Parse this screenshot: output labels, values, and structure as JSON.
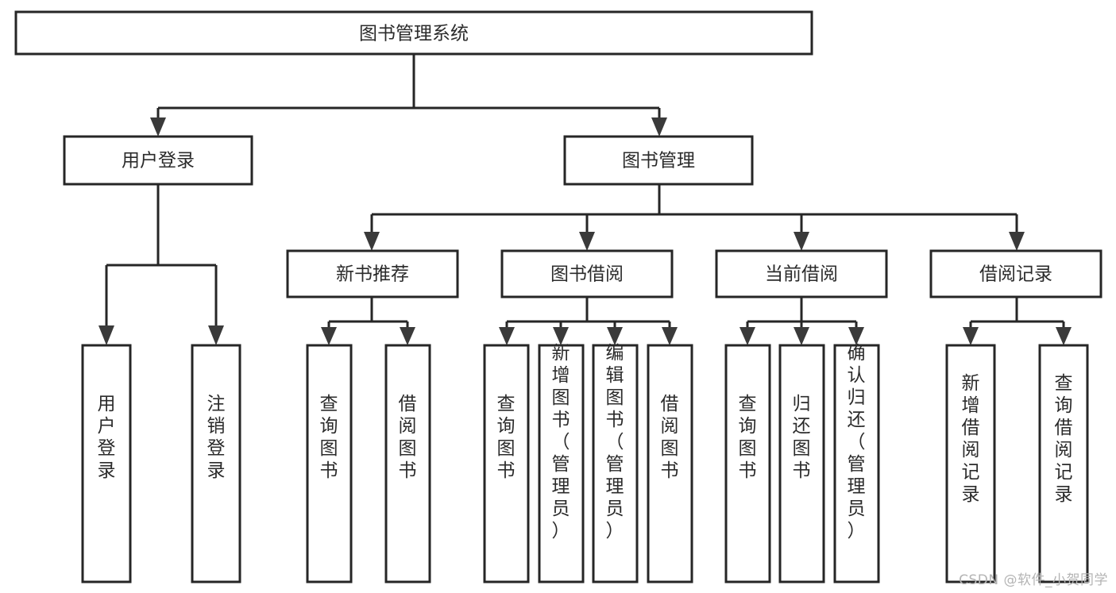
{
  "diagram": {
    "title": "图书管理系统",
    "type": "tree-hierarchy-diagram",
    "colors": {
      "box_stroke": "#262626",
      "box_fill": "#ffffff",
      "text": "#2b2b2b",
      "connector": "#262626",
      "watermark": "#b4b4b4",
      "background": "#ffffff"
    },
    "nodes": {
      "root": {
        "label": "图书管理系统",
        "level": 1,
        "orientation": "horizontal"
      },
      "level2": [
        {
          "id": "user-login",
          "label": "用户登录",
          "orientation": "horizontal"
        },
        {
          "id": "book-management",
          "label": "图书管理",
          "orientation": "horizontal"
        }
      ],
      "level3": [
        {
          "id": "new-book-recommend",
          "label": "新书推荐",
          "parent": "book-management",
          "orientation": "horizontal"
        },
        {
          "id": "book-borrow",
          "label": "图书借阅",
          "parent": "book-management",
          "orientation": "horizontal"
        },
        {
          "id": "current-borrow",
          "label": "当前借阅",
          "parent": "book-management",
          "orientation": "horizontal"
        },
        {
          "id": "borrow-record",
          "label": "借阅记录",
          "parent": "book-management",
          "orientation": "horizontal"
        }
      ],
      "leaves": [
        {
          "id": "leaf-user-login",
          "label": "用户登录",
          "parent": "user-login",
          "orientation": "vertical"
        },
        {
          "id": "leaf-logout",
          "label": "注销登录",
          "parent": "user-login",
          "orientation": "vertical"
        },
        {
          "id": "leaf-query-book-1",
          "label": "查询图书",
          "parent": "new-book-recommend",
          "orientation": "vertical"
        },
        {
          "id": "leaf-borrow-book-1",
          "label": "借阅图书",
          "parent": "new-book-recommend",
          "orientation": "vertical"
        },
        {
          "id": "leaf-query-book-2",
          "label": "查询图书",
          "parent": "book-borrow",
          "orientation": "vertical"
        },
        {
          "id": "leaf-add-book",
          "label": "新增图书（管理员）",
          "parent": "book-borrow",
          "orientation": "vertical"
        },
        {
          "id": "leaf-edit-book",
          "label": "编辑图书（管理员）",
          "parent": "book-borrow",
          "orientation": "vertical"
        },
        {
          "id": "leaf-borrow-book-2",
          "label": "借阅图书",
          "parent": "book-borrow",
          "orientation": "vertical"
        },
        {
          "id": "leaf-query-book-3",
          "label": "查询图书",
          "parent": "current-borrow",
          "orientation": "vertical"
        },
        {
          "id": "leaf-return-book",
          "label": "归还图书",
          "parent": "current-borrow",
          "orientation": "vertical"
        },
        {
          "id": "leaf-confirm-return",
          "label": "确认归还（管理员）",
          "parent": "current-borrow",
          "orientation": "vertical"
        },
        {
          "id": "leaf-add-record",
          "label": "新增借阅记录",
          "parent": "borrow-record",
          "orientation": "vertical"
        },
        {
          "id": "leaf-query-record",
          "label": "查询借阅记录",
          "parent": "borrow-record",
          "orientation": "vertical"
        }
      ]
    },
    "watermark": "CSDN @软件_小贺同学"
  }
}
